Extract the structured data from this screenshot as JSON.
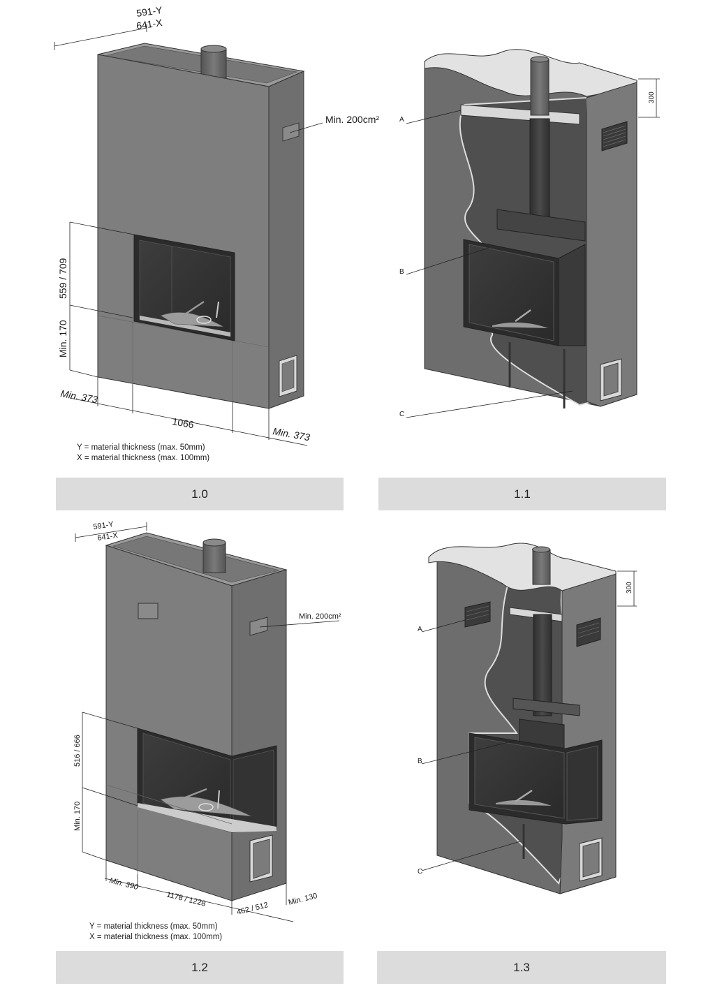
{
  "figures": [
    {
      "caption": "1.0",
      "depth_label_y": "591-Y",
      "depth_label_x": "641-X",
      "vent_label": "Min. 200cm²",
      "height_opening": "559 / 709",
      "height_base": "Min. 170",
      "side_left": "Min. 373",
      "width": "1066",
      "side_right": "Min. 373",
      "note_y": "Y = material thickness (max. 50mm)",
      "note_x": "X = material thickness (max. 100mm)"
    },
    {
      "caption": "1.1",
      "label_a": "A",
      "label_b": "B",
      "label_c": "C",
      "top_height": "300"
    },
    {
      "caption": "1.2",
      "depth_label_y": "591-Y",
      "depth_label_x": "641-X",
      "vent_label": "Min. 200cm²",
      "height_opening": "516 / 666",
      "height_base": "Min. 170",
      "side_left": "Min. 390",
      "width": "1178 / 1228",
      "depth_side": "462 / 512",
      "side_right": "Min. 130",
      "note_y": "Y = material thickness (max. 50mm)",
      "note_x": "X = material thickness (max. 100mm)"
    },
    {
      "caption": "1.3",
      "label_a": "A",
      "label_b": "B",
      "label_c": "C",
      "top_height": "300"
    }
  ]
}
